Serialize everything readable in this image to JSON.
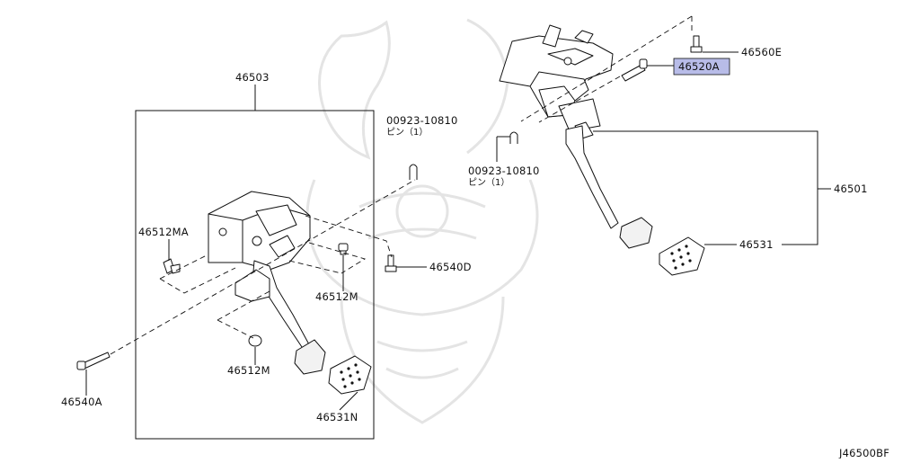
{
  "diagram": {
    "watermark": "samurai-emblem-watermark",
    "highlight_color": "#b8bce8",
    "labels": {
      "assy_left": "46503",
      "pin_top": "00923-10810",
      "pin_top_sub": "ピン（1）",
      "pin_mid": "00923-10810",
      "pin_mid_sub": "ピン（1）",
      "bolt_top": "46560E",
      "highlighted": "46520A",
      "assy_right": "46501",
      "pad_right": "46531",
      "stopper_ma": "46512MA",
      "stopper_m_right": "46512M",
      "stopper_m_bottom": "46512M",
      "bolt_d": "46540D",
      "bolt_a": "46540A",
      "pad_left": "46531N",
      "diagram_code": "J46500BF"
    }
  }
}
